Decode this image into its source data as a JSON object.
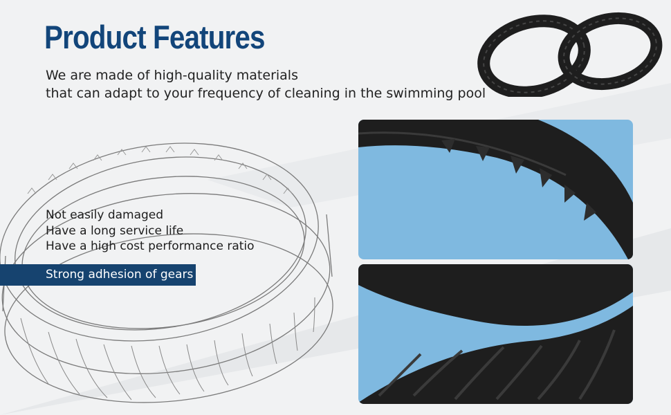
{
  "page": {
    "title": "Product Features",
    "subtitle_lines": [
      "We are made of high-quality materials",
      "that can adapt to your frequency of cleaning in the swimming pool"
    ]
  },
  "features": [
    "Not easily damaged",
    "Have a long service life",
    "Have a high cost performance ratio"
  ],
  "banner": {
    "text": "Strong adhesion of gears"
  },
  "colors": {
    "title": "#12457a",
    "banner_background": "#16436f",
    "photo_background": "#7fb9e0",
    "track_rubber": "#1e1e1e"
  },
  "images": {
    "thumbnail": "two-black-track-rings",
    "sketch": "track-ring-line-drawing",
    "photo_top": "track-inner-gear-teeth-closeup",
    "photo_bottom": "track-outer-tread-closeup"
  }
}
